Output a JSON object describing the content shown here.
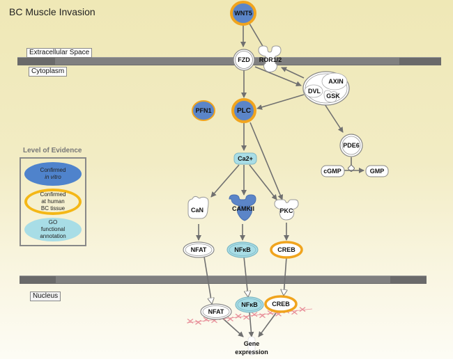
{
  "title": "BC Muscle Invasion",
  "compartments": {
    "extracellular": "Extracellular Space",
    "cytoplasm": "Cytoplasm",
    "nucleus": "Nucleus"
  },
  "legend": {
    "title": "Level of Evidence",
    "items": [
      {
        "line1": "Confirmed",
        "line2": "in vitro",
        "line3": "",
        "style": "in-vitro"
      },
      {
        "line1": "Confirmed",
        "line2": "at human",
        "line3": "BC  tissue",
        "style": "human-tissue"
      },
      {
        "line1": "GO",
        "line2": "functional",
        "line3": "annotation",
        "style": "go"
      }
    ]
  },
  "colors": {
    "in_vitro_fill": "#5b85c8",
    "human_tissue_ring": "#f0a41e",
    "go_fill": "#a8dde6",
    "arrow": "#707070",
    "membrane": "#808080",
    "inhibition_marks": "#e8909a"
  },
  "nodes": {
    "wnt5": "WNT5",
    "fzd": "FZD",
    "ror": "ROR1/2",
    "axin": "AXIN",
    "dvl": "DVL",
    "gsk": "GSK",
    "pfn1": "PFN1",
    "plc": "PLC",
    "pde6": "PDE6",
    "cgmp": "cGMP",
    "gmp": "GMP",
    "ca": "Ca2+",
    "can": "CaN",
    "camkii": "CAMKII",
    "pkc": "PKC",
    "nfat_cyto": "NFAT",
    "nfkb_cyto": "NFκB",
    "creb_cyto": "CREB",
    "nfat_nuc": "NFAT",
    "nfkb_nuc": "NFκB",
    "creb_nuc": "CREB",
    "gene_line1": "Gene",
    "gene_line2": "expression"
  }
}
